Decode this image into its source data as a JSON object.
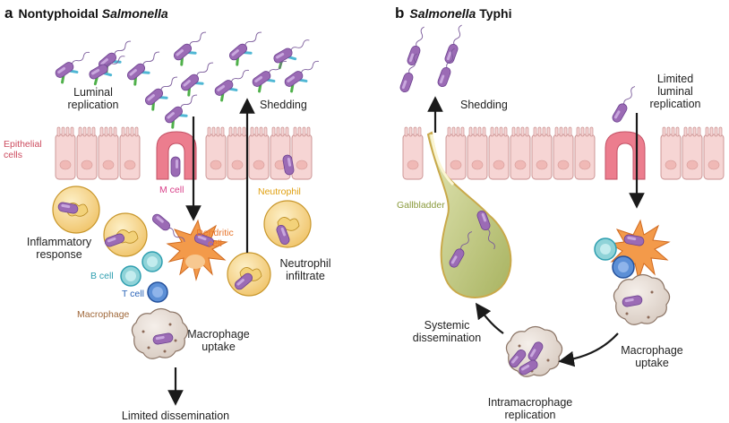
{
  "panel_a": {
    "letter": "a",
    "title_plain": "Nontyphoidal ",
    "title_italic": "Salmonella",
    "labels": {
      "luminal_replication_1": "Luminal",
      "luminal_replication_2": "replication",
      "shedding": "Shedding",
      "epithelial_1": "Epithelial",
      "epithelial_2": "cells",
      "m_cell": "M cell",
      "neutrophil": "Neutrophil",
      "dendritic_1": "Dendritic",
      "dendritic_2": "cell",
      "inflammatory_1": "Inflammatory",
      "inflammatory_2": "response",
      "b_cell": "B cell",
      "t_cell": "T cell",
      "macrophage": "Macrophage",
      "macrophage_uptake_1": "Macrophage",
      "macrophage_uptake_2": "uptake",
      "neutrophil_infiltrate_1": "Neutrophil",
      "neutrophil_infiltrate_2": "infiltrate",
      "limited_dissemination": "Limited dissemination"
    }
  },
  "panel_b": {
    "letter": "b",
    "title_italic": "Salmonella",
    "title_plain": " Typhi",
    "labels": {
      "shedding": "Shedding",
      "limited_luminal_1": "Limited",
      "limited_luminal_2": "luminal",
      "limited_luminal_3": "replication",
      "gallbladder": "Gallbladder",
      "systemic_1": "Systemic",
      "systemic_2": "dissemination",
      "macrophage_uptake_1": "Macrophage",
      "macrophage_uptake_2": "uptake",
      "intramacrophage_1": "Intramacrophage",
      "intramacrophage_2": "replication"
    }
  },
  "colors": {
    "epithelium": "#f6d5d4",
    "epithelium_edge": "#c98f8f",
    "m_cell": "#ec7d8e",
    "bacterium": "#9b6bb5",
    "label_m_cell": "#d9418a",
    "label_neutrophil": "#e0a010",
    "label_dendritic": "#e8742a",
    "label_b_cell": "#2f9fb0",
    "label_t_cell": "#2a64b8",
    "label_macrophage": "#a0683a",
    "label_epithelial": "#cc4b5e",
    "label_gallbladder": "#8a9a3c"
  }
}
